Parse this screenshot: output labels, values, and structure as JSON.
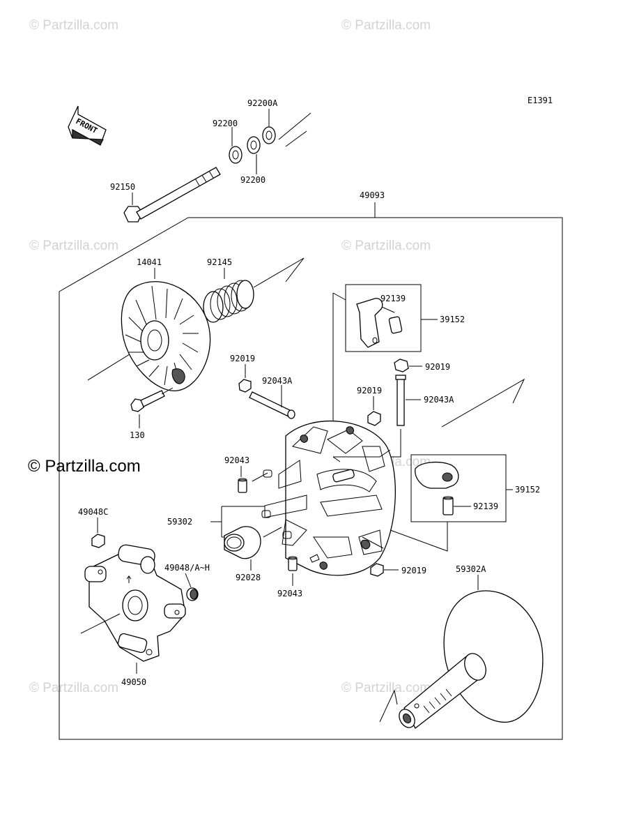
{
  "diagram": {
    "code": "E1391",
    "front_label": "FRONT",
    "assembly_label": "49093",
    "watermark_text": "© Partzilla.com",
    "watermark_main": "© Partzilla.com",
    "parts": {
      "bolt": "92150",
      "washer_top": "92200A",
      "washer_left": "92200",
      "washer_bottom": "92200",
      "sheave": "14041",
      "spring": "92145",
      "screw": "130",
      "weight_top_pin": "92139",
      "weight_top": "39152",
      "nut_top_right": "92019",
      "shaft_right": "92043A",
      "nut_mid": "92019",
      "nut_left": "92019",
      "shaft_left": "92043A",
      "pin_left": "92043",
      "bushing_group": "59302",
      "bushing": "92028",
      "pin_bottom": "92043",
      "weight_bottom": "39152",
      "weight_bottom_pin": "92139",
      "nut_bottom": "92019",
      "sheave_fixed": "59302A",
      "cap_nut": "49048C",
      "cap_small": "49048/A~H",
      "spider": "49050"
    }
  }
}
